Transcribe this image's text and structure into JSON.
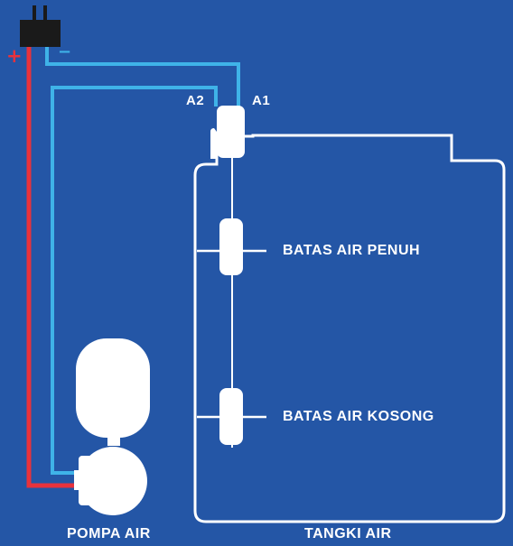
{
  "labels": {
    "terminal_a2": "A2",
    "terminal_a1": "A1",
    "full_level": "BATAS AIR PENUH",
    "empty_level": "BATAS AIR KOSONG",
    "pump": "POMPA AIR",
    "tank": "TANGKI AIR"
  },
  "polarity": {
    "positive": "+",
    "negative": "−"
  },
  "colors": {
    "background": "#2456a6",
    "wire_positive": "#e8323c",
    "wire_negative": "#3fb3e8",
    "outline": "#ffffff",
    "plug": "#1a1a1a"
  },
  "icons": {
    "plug": "power-plug-icon",
    "pump": "water-pump-icon",
    "tank": "water-tank-icon",
    "float_switch": "float-switch-icon"
  }
}
